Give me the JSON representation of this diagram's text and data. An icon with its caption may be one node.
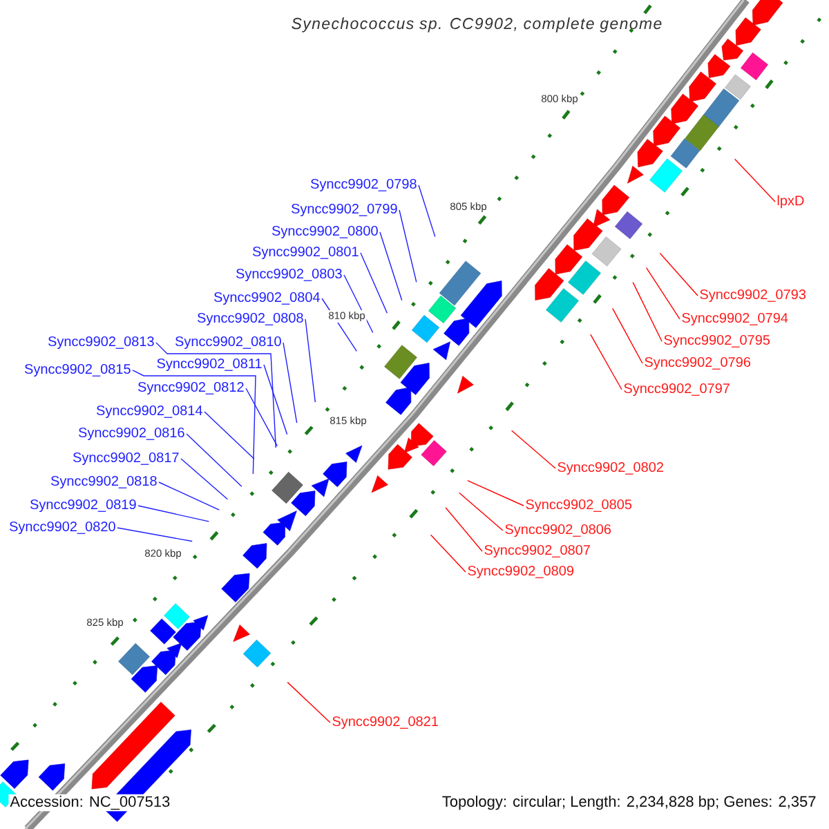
{
  "diagram": {
    "title": "Synechococcus sp. CC9902, complete genome",
    "nodes": [
      {
        "text": [
          "Syncc9902_0798"
        ]
      },
      {
        "text": [
          "Syncc9902_0799"
        ]
      },
      {
        "text": [
          "Syncc9902_0800"
        ]
      },
      {
        "text": [
          "Syncc9902_0801"
        ]
      },
      {
        "text": [
          "Syncc9902_0803"
        ]
      },
      {
        "text": [
          "Syncc9902_0804"
        ]
      },
      {
        "text": [
          "Syncc9902_0808"
        ]
      },
      {
        "text": [
          "Syncc9902_0813"
        ]
      },
      {
        "text": [
          "Syncc9902_0810"
        ]
      },
      {
        "text": [
          "Syncc9902_0811"
        ]
      },
      {
        "text": [
          "Syncc9902_0815"
        ]
      },
      {
        "text": [
          "Syncc9902_0812"
        ]
      },
      {
        "text": [
          "Syncc9902_0814"
        ]
      },
      {
        "text": [
          "Syncc9902_0816"
        ]
      },
      {
        "text": [
          "Syncc9902_0817"
        ]
      },
      {
        "text": [
          "Syncc9902_0818"
        ]
      },
      {
        "text": [
          "Syncc9902_0819"
        ]
      },
      {
        "text": [
          "Syncc9902_0820"
        ]
      },
      {
        "text": [
          "lpxD"
        ]
      },
      {
        "text": [
          "Syncc9902_0793"
        ]
      },
      {
        "text": [
          "Syncc9902_0794"
        ]
      },
      {
        "text": [
          "Syncc9902_0795"
        ]
      },
      {
        "text": [
          "Syncc9902_0796"
        ]
      },
      {
        "text": [
          "Syncc9902_0797"
        ]
      },
      {
        "text": [
          "Syncc9902_0802"
        ]
      },
      {
        "text": [
          "Syncc9902_0805"
        ]
      },
      {
        "text": [
          "Syncc9902_0806"
        ]
      },
      {
        "text": [
          "Syncc9902_0807"
        ]
      },
      {
        "text": [
          "Syncc9902_0809"
        ]
      },
      {
        "text": [
          "Syncc9902_0821"
        ]
      }
    ],
    "edges": [
      {
        "from": 0,
        "to": null,
        "arrow": "none"
      },
      {
        "from": 1,
        "to": null,
        "arrow": "none"
      },
      {
        "from": 2,
        "to": null,
        "arrow": "none"
      },
      {
        "from": 3,
        "to": null,
        "arrow": "none"
      },
      {
        "from": 4,
        "to": null,
        "arrow": "none"
      },
      {
        "from": 5,
        "to": null,
        "arrow": "none"
      },
      {
        "from": 6,
        "to": null,
        "arrow": "none"
      },
      {
        "from": 7,
        "to": null,
        "arrow": "none"
      },
      {
        "from": 8,
        "to": null,
        "arrow": "none"
      },
      {
        "from": 9,
        "to": null,
        "arrow": "none"
      },
      {
        "from": 10,
        "to": null,
        "arrow": "none"
      },
      {
        "from": 11,
        "to": null,
        "arrow": "none"
      },
      {
        "from": 12,
        "to": null,
        "arrow": "none"
      },
      {
        "from": 13,
        "to": null,
        "arrow": "none"
      },
      {
        "from": 14,
        "to": null,
        "arrow": "none"
      },
      {
        "from": 15,
        "to": null,
        "arrow": "none"
      },
      {
        "from": 16,
        "to": null,
        "arrow": "none"
      },
      {
        "from": 17,
        "to": null,
        "arrow": "none"
      },
      {
        "from": 18,
        "to": null,
        "arrow": "none",
        "color": "#ff0000"
      },
      {
        "from": 19,
        "to": null,
        "arrow": "none",
        "color": "#ff0000"
      },
      {
        "from": 20,
        "to": null,
        "arrow": "none",
        "color": "#ff0000"
      },
      {
        "from": 21,
        "to": null,
        "arrow": "none",
        "color": "#ff0000"
      },
      {
        "from": 22,
        "to": null,
        "arrow": "none",
        "color": "#ff0000"
      },
      {
        "from": 23,
        "to": null,
        "arrow": "none",
        "color": "#ff0000"
      },
      {
        "from": 24,
        "to": null,
        "arrow": "none",
        "color": "#ff0000"
      },
      {
        "from": 25,
        "to": null,
        "arrow": "none",
        "color": "#ff0000"
      },
      {
        "from": 26,
        "to": null,
        "arrow": "none",
        "color": "#ff0000"
      },
      {
        "from": 27,
        "to": null,
        "arrow": "none",
        "color": "#ff0000"
      },
      {
        "from": 28,
        "to": null,
        "arrow": "none",
        "color": "#ff0000"
      },
      {
        "from": 29,
        "to": null,
        "arrow": "none",
        "color": "#ff0000"
      }
    ],
    "labels": [
      "800 kbp",
      "805 kbp",
      "810 kbp",
      "815 kbp",
      "820 kbp",
      "825 kbp",
      "Accession: NC_007513",
      "Topology: circular; Length: 2,234,828 bp; Genes: 2,357"
    ]
  }
}
